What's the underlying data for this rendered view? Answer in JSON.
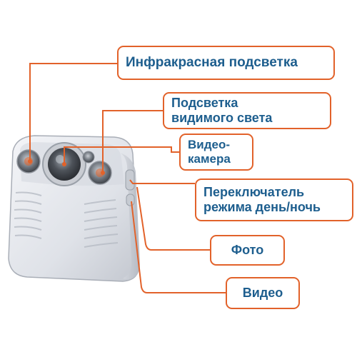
{
  "labels": {
    "infrared": "Инфракрасная подсветка",
    "visible_light": [
      "Подсветка",
      "видимого света"
    ],
    "camera": [
      "Видео-",
      "камера"
    ],
    "day_night_switch": [
      "Переключатель",
      "режима день/ночь"
    ],
    "photo": "Фото",
    "video": "Видео"
  },
  "colors": {
    "callout_border": "#e2622a",
    "callout_text": "#1d5e8e",
    "leader_line": "#e2622a",
    "device_body": "#e4e6eb",
    "device_shadow": "#b9bdc6",
    "lens_dark": "#3b3f46"
  },
  "icons": [
    "body-camera-device"
  ]
}
